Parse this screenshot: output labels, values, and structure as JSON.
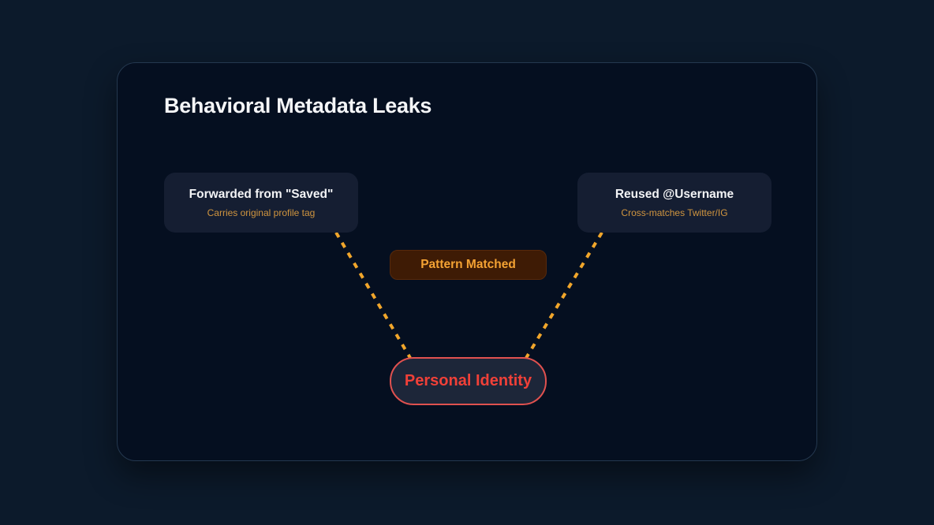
{
  "page": {
    "title": "Behavioral Metadata Leaks"
  },
  "diagram": {
    "source_nodes": [
      {
        "title": "Forwarded from \"Saved\"",
        "subtitle": "Carries original profile tag"
      },
      {
        "title": "Reused @Username",
        "subtitle": "Cross-matches Twitter/IG"
      }
    ],
    "status_badge": {
      "label": "Pattern Matched"
    },
    "target_node": {
      "label": "Personal Identity"
    },
    "edges": [
      {
        "from": "Forwarded from \"Saved\"",
        "to": "Personal Identity",
        "style": "dashed"
      },
      {
        "from": "Reused @Username",
        "to": "Personal Identity",
        "style": "dashed"
      }
    ]
  },
  "colors": {
    "page_background": "#0c1a2b",
    "card_background": "#050f20",
    "card_border": "#24384f",
    "node_background": "#151e32",
    "node_title_text": "#f3f4f6",
    "node_subtitle_text": "#d0953f",
    "badge_background": "#3e1b05",
    "badge_text": "#f4a233",
    "target_background": "#1d2639",
    "target_border": "#e0514f",
    "target_text": "#f04038",
    "edge_dash": "#f1a62b"
  }
}
